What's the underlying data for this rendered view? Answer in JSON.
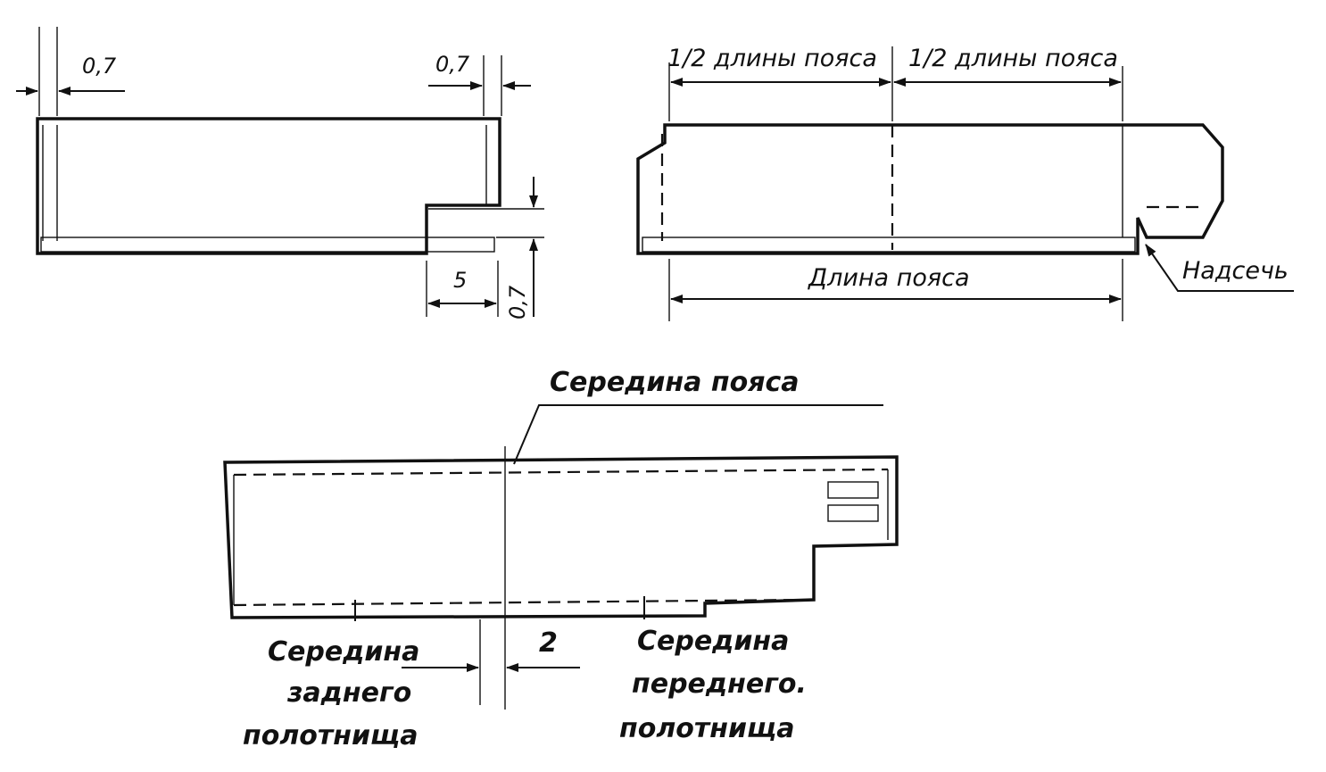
{
  "drawing_1": {
    "dim_left": "0,7",
    "dim_right": "0,7",
    "dim_bottom": "5",
    "dim_side": "0,7"
  },
  "drawing_2": {
    "half_length_left": "1/2 длины пояса",
    "half_length_right": "1/2 длины пояса",
    "length": "Длина пояса",
    "notch": "Надсечь"
  },
  "drawing_3": {
    "belt_middle": "Середина пояса",
    "dim": "2",
    "back_panel_middle": [
      "Середина",
      "заднего",
      "полотнища"
    ],
    "front_panel_middle": [
      "Середина",
      "переднего.",
      "полотнища"
    ]
  }
}
